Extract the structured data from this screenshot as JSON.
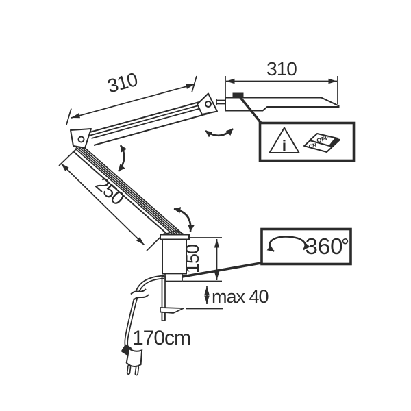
{
  "labels": {
    "arm_upper_length": "310",
    "head_length": "310",
    "arm_lower_length": "250",
    "post_height": "150",
    "clamp_max_opening": "max 40",
    "cord_length": "170cm",
    "rotation_value": "360",
    "degree_symbol": "°",
    "switch_off": "OFF",
    "switch_on": "ON",
    "info_letter": "i"
  },
  "icons": {
    "warning_info_icon": "triangle with i",
    "power_switch_icon": "rocker switch OFF/ON",
    "rotation_arrow_icon": "360 degree swivel arrow",
    "pivot_arrow_icons": "double-headed bend arrows",
    "plug_icon": "two-pin power plug"
  },
  "colors": {
    "line": "#2b2b2b",
    "background": "#ffffff"
  }
}
